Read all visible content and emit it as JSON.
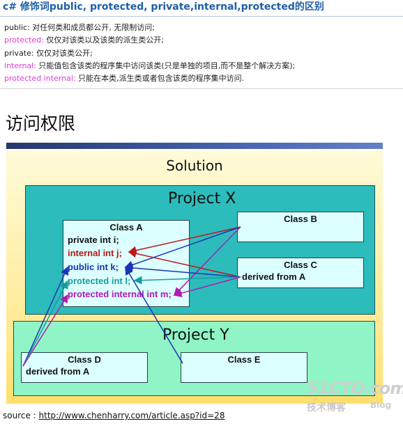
{
  "title": "c# 修饰词public, protected, private,internal,protected的区别",
  "definitions": [
    {
      "keyword": "public:",
      "text": " 对任何类和成员都公开, 无限制访问;",
      "kwColor": "#222222"
    },
    {
      "keyword": "protected:",
      "text": " 仅仅对该类以及该类的派生类公开;",
      "kwColor": "#e43bd3"
    },
    {
      "keyword": "private:",
      "text": " 仅仅对该类公开;",
      "kwColor": "#222222"
    },
    {
      "keyword": "internal:",
      "text": " 只能值包含该类的程序集中访问该类(只是单独的项目,而不是整个解决方案);",
      "kwColor": "#e43bd3"
    },
    {
      "keyword": "protected internal:",
      "text": " 只能在本类,派生类或者包含该类的程序集中访问.",
      "kwColor": "#e43bd3"
    }
  ],
  "slide": {
    "heading": "访问权限",
    "solution": "Solution",
    "projectX": "Project X",
    "projectY": "Project Y",
    "classA": {
      "name": "Class A",
      "members": [
        {
          "text": "private int i;",
          "color": "#111111"
        },
        {
          "text": "internal int j;",
          "color": "#c0161b"
        },
        {
          "text": "public int k;",
          "color": "#1b33b5"
        },
        {
          "text": "protected int l;",
          "color": "#179c9c"
        },
        {
          "text": "protected internal int m;",
          "color": "#b01bb0"
        }
      ]
    },
    "classB": {
      "name": "Class B"
    },
    "classC": {
      "name": "Class C",
      "sub": "derived from A"
    },
    "classD": {
      "name": "Class D",
      "sub": "derived from A"
    },
    "classE": {
      "name": "Class E"
    }
  },
  "watermark": {
    "site": "51CTO.com",
    "sub": "技术博客",
    "blog": "Blog"
  },
  "source": {
    "label": "source : ",
    "url": "http://www.chenharry.com/article.asp?id=28"
  }
}
